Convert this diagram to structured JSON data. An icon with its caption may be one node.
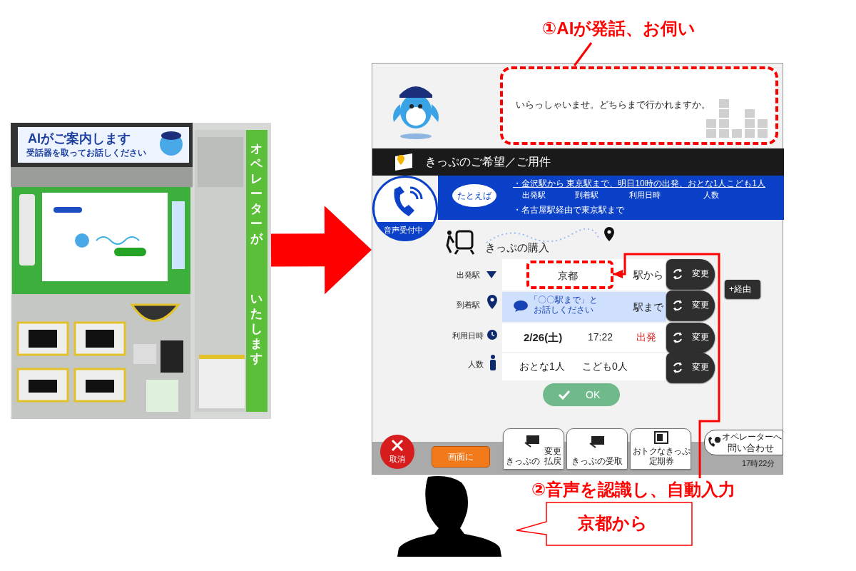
{
  "diagram": {
    "nodes": [
      {
        "text": [
          "AIがご案内します",
          "受話器を取ってお話しください",
          "オペレーターが",
          "いたします"
        ]
      },
      {
        "text": [],
        "shape": "box"
      },
      {
        "text": [
          "いらっしゃいませ。どちらまで行かれますか。"
        ],
        "in": 1
      },
      {
        "text": [
          "きっぷのご希望／ご用件"
        ],
        "in": 1
      },
      {
        "text": [
          "音声受付中"
        ],
        "in": 1
      },
      {
        "text": [
          "たとえば",
          "・金沢駅から 東京駅まで、明日10時の出発、おとな1人こども1人",
          "出発駅",
          "到着駅",
          "利用日時",
          "人数",
          "・名古屋駅経由で東京駅まで"
        ],
        "in": 1
      },
      {
        "text": [
          "駅から"
        ],
        "in": 1
      },
      {
        "text": [
          "京都"
        ],
        "in": 6
      },
      {
        "text": [
          "変更"
        ],
        "in": 1
      },
      {
        "text": [
          "+経由"
        ],
        "in": 1
      },
      {
        "text": [
          "「〇〇駅まで」とお話しください",
          "駅まで"
        ],
        "in": 1
      },
      {
        "text": [
          "変更"
        ],
        "in": 1
      },
      {
        "text": [
          "2/26(土)",
          "17:22",
          "出発"
        ],
        "in": 1
      },
      {
        "text": [
          "変更"
        ],
        "in": 1
      },
      {
        "text": [
          "おとな1人",
          "こども0人"
        ],
        "in": 1
      },
      {
        "text": [
          "変更"
        ],
        "in": 1
      },
      {
        "text": [
          "OK"
        ],
        "in": 1
      },
      {
        "text": [
          "取消"
        ],
        "in": 1
      },
      {
        "text": [
          "画面に"
        ],
        "in": 1
      },
      {
        "text": [
          "きっぷの",
          "変更払戻"
        ],
        "in": 1
      },
      {
        "text": [
          "きっぷの受取"
        ],
        "in": 1
      },
      {
        "text": [
          "おトクなきっぷ定期券"
        ],
        "in": 1
      },
      {
        "text": [
          "オペレーターへ",
          "問い合わせ"
        ],
        "in": 1
      },
      {
        "text": [
          "①AIが発話、お伺い"
        ]
      },
      {
        "text": [
          "②音声を認識し、自動入力"
        ]
      },
      {
        "text": [],
        "shape": "person"
      },
      {
        "text": [
          "京都から"
        ]
      }
    ],
    "edges": [
      {
        "from": 0,
        "to": 1,
        "arrow": "to",
        "style": "thick"
      },
      {
        "from": 23,
        "to": 2,
        "arrow": "none"
      },
      {
        "from": 24,
        "to": 7,
        "arrow": "to"
      }
    ],
    "labels": [
      "きっぷの購入",
      "出発駅",
      "到着駅",
      "利用日時",
      "人数",
      "17時22分"
    ]
  }
}
